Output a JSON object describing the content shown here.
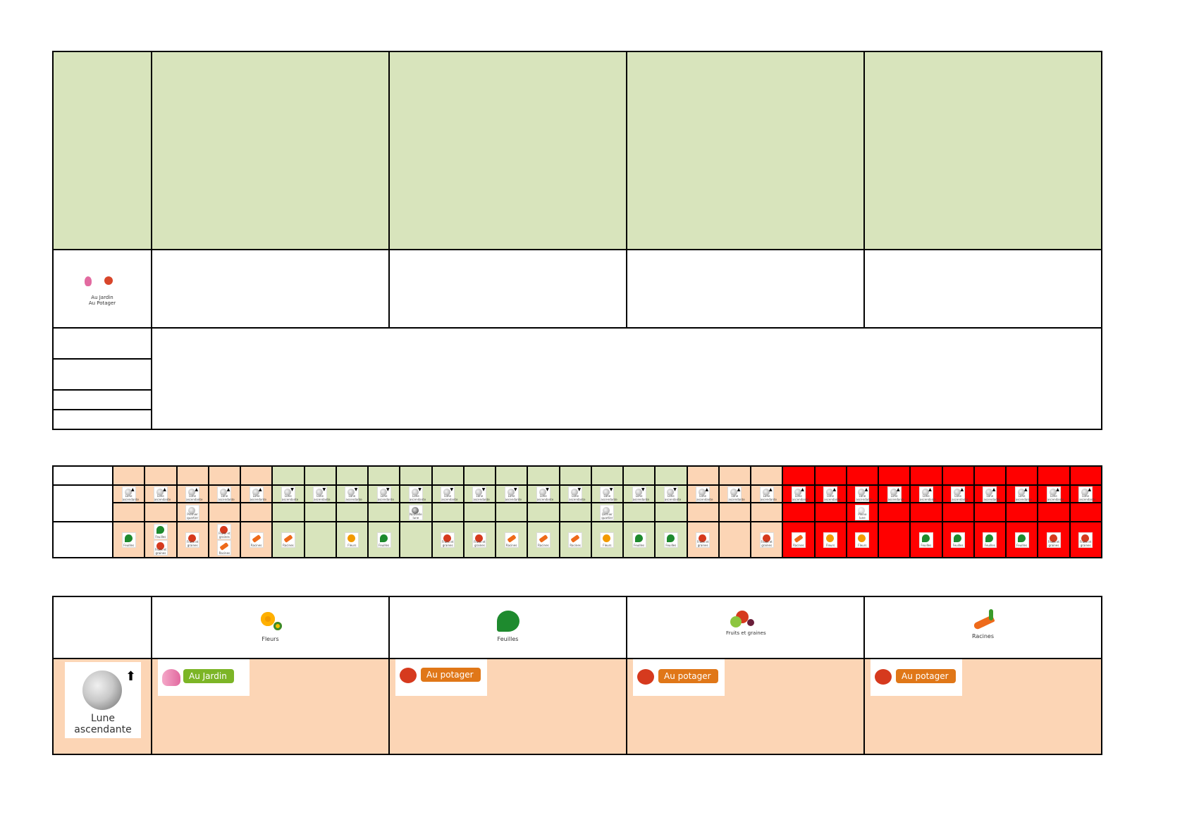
{
  "header_table": {
    "legend_label_line1": "Au Jardin",
    "legend_label_line2": "Au Potager"
  },
  "calendar": {
    "moon_row_labels": {
      "ascendante": "Lune ascendante",
      "premier_quartier": "Premier quartier",
      "nouvelle_lune": "Nouvelle lune",
      "dernier_quartier": "Dernier quartier",
      "pleine_lune": "Pleine lune"
    },
    "day_types": {
      "fleurs": "Fleurs",
      "feuilles": "Feuilles",
      "fruits": "Fruits et graines",
      "racines": "Racines"
    },
    "days": [
      {
        "bg": "#fcd5b5",
        "moon": "asc",
        "phase": "",
        "type": "leaf"
      },
      {
        "bg": "#fcd5b5",
        "moon": "asc",
        "phase": "",
        "type": "leaf+fruit"
      },
      {
        "bg": "#fcd5b5",
        "moon": "asc",
        "phase": "pq",
        "type": "fruit"
      },
      {
        "bg": "#fcd5b5",
        "moon": "asc",
        "phase": "",
        "type": "fruit+root"
      },
      {
        "bg": "#fcd5b5",
        "moon": "asc",
        "phase": "",
        "type": "root"
      },
      {
        "bg": "#d8e4bc",
        "moon": "desc",
        "phase": "",
        "type": "root"
      },
      {
        "bg": "#d8e4bc",
        "moon": "desc",
        "phase": "",
        "type": ""
      },
      {
        "bg": "#d8e4bc",
        "moon": "desc",
        "phase": "",
        "type": "flower"
      },
      {
        "bg": "#d8e4bc",
        "moon": "desc",
        "phase": "",
        "type": "leaf"
      },
      {
        "bg": "#d8e4bc",
        "moon": "desc",
        "phase": "nl",
        "type": ""
      },
      {
        "bg": "#d8e4bc",
        "moon": "desc",
        "phase": "",
        "type": "fruit"
      },
      {
        "bg": "#d8e4bc",
        "moon": "desc",
        "phase": "",
        "type": "fruit"
      },
      {
        "bg": "#d8e4bc",
        "moon": "desc",
        "phase": "",
        "type": "root"
      },
      {
        "bg": "#d8e4bc",
        "moon": "desc",
        "phase": "",
        "type": "root"
      },
      {
        "bg": "#d8e4bc",
        "moon": "desc",
        "phase": "",
        "type": "root"
      },
      {
        "bg": "#d8e4bc",
        "moon": "desc",
        "phase": "dq",
        "type": "flower"
      },
      {
        "bg": "#d8e4bc",
        "moon": "desc",
        "phase": "",
        "type": "leaf"
      },
      {
        "bg": "#d8e4bc",
        "moon": "desc",
        "phase": "",
        "type": "leaf"
      },
      {
        "bg": "#fcd5b5",
        "moon": "asc",
        "phase": "",
        "type": "fruit"
      },
      {
        "bg": "#fcd5b5",
        "moon": "asc",
        "phase": "",
        "type": ""
      },
      {
        "bg": "#fcd5b5",
        "moon": "asc",
        "phase": "",
        "type": "fruit"
      },
      {
        "bg": "#ff0000",
        "moon": "asc",
        "phase": "",
        "type": "root"
      },
      {
        "bg": "#ff0000",
        "moon": "asc",
        "phase": "",
        "type": "flower"
      },
      {
        "bg": "#ff0000",
        "moon": "asc",
        "phase": "pl",
        "type": "flower"
      },
      {
        "bg": "#ff0000",
        "moon": "asc",
        "phase": "",
        "type": ""
      },
      {
        "bg": "#ff0000",
        "moon": "asc",
        "phase": "",
        "type": "leaf"
      },
      {
        "bg": "#ff0000",
        "moon": "asc",
        "phase": "",
        "type": "leaf"
      },
      {
        "bg": "#ff0000",
        "moon": "asc",
        "phase": "",
        "type": "leaf"
      },
      {
        "bg": "#ff0000",
        "moon": "asc",
        "phase": "",
        "type": "leaf"
      },
      {
        "bg": "#ff0000",
        "moon": "asc",
        "phase": "",
        "type": "fruit"
      },
      {
        "bg": "#ff0000",
        "moon": "asc",
        "phase": "",
        "type": "fruit"
      }
    ]
  },
  "legend_table": {
    "columns": [
      {
        "icon": "flower-icon",
        "label": "Fleurs"
      },
      {
        "icon": "leaf-icon",
        "label": "Feuilles"
      },
      {
        "icon": "fruit-icon",
        "label": "Fruits et graines"
      },
      {
        "icon": "root-icon",
        "label": "Racines"
      }
    ],
    "moon_label_line1": "Lune",
    "moon_label_line2": "ascendante",
    "badges": [
      {
        "text": "Au Jardin",
        "color": "#7cb526"
      },
      {
        "text": "Au potager",
        "color": "#e07718"
      },
      {
        "text": "Au potager",
        "color": "#e07718"
      },
      {
        "text": "Au potager",
        "color": "#e07718"
      }
    ]
  },
  "colors": {
    "green": "#d8e4bc",
    "peach": "#fcd5b5",
    "red": "#ff0000"
  }
}
